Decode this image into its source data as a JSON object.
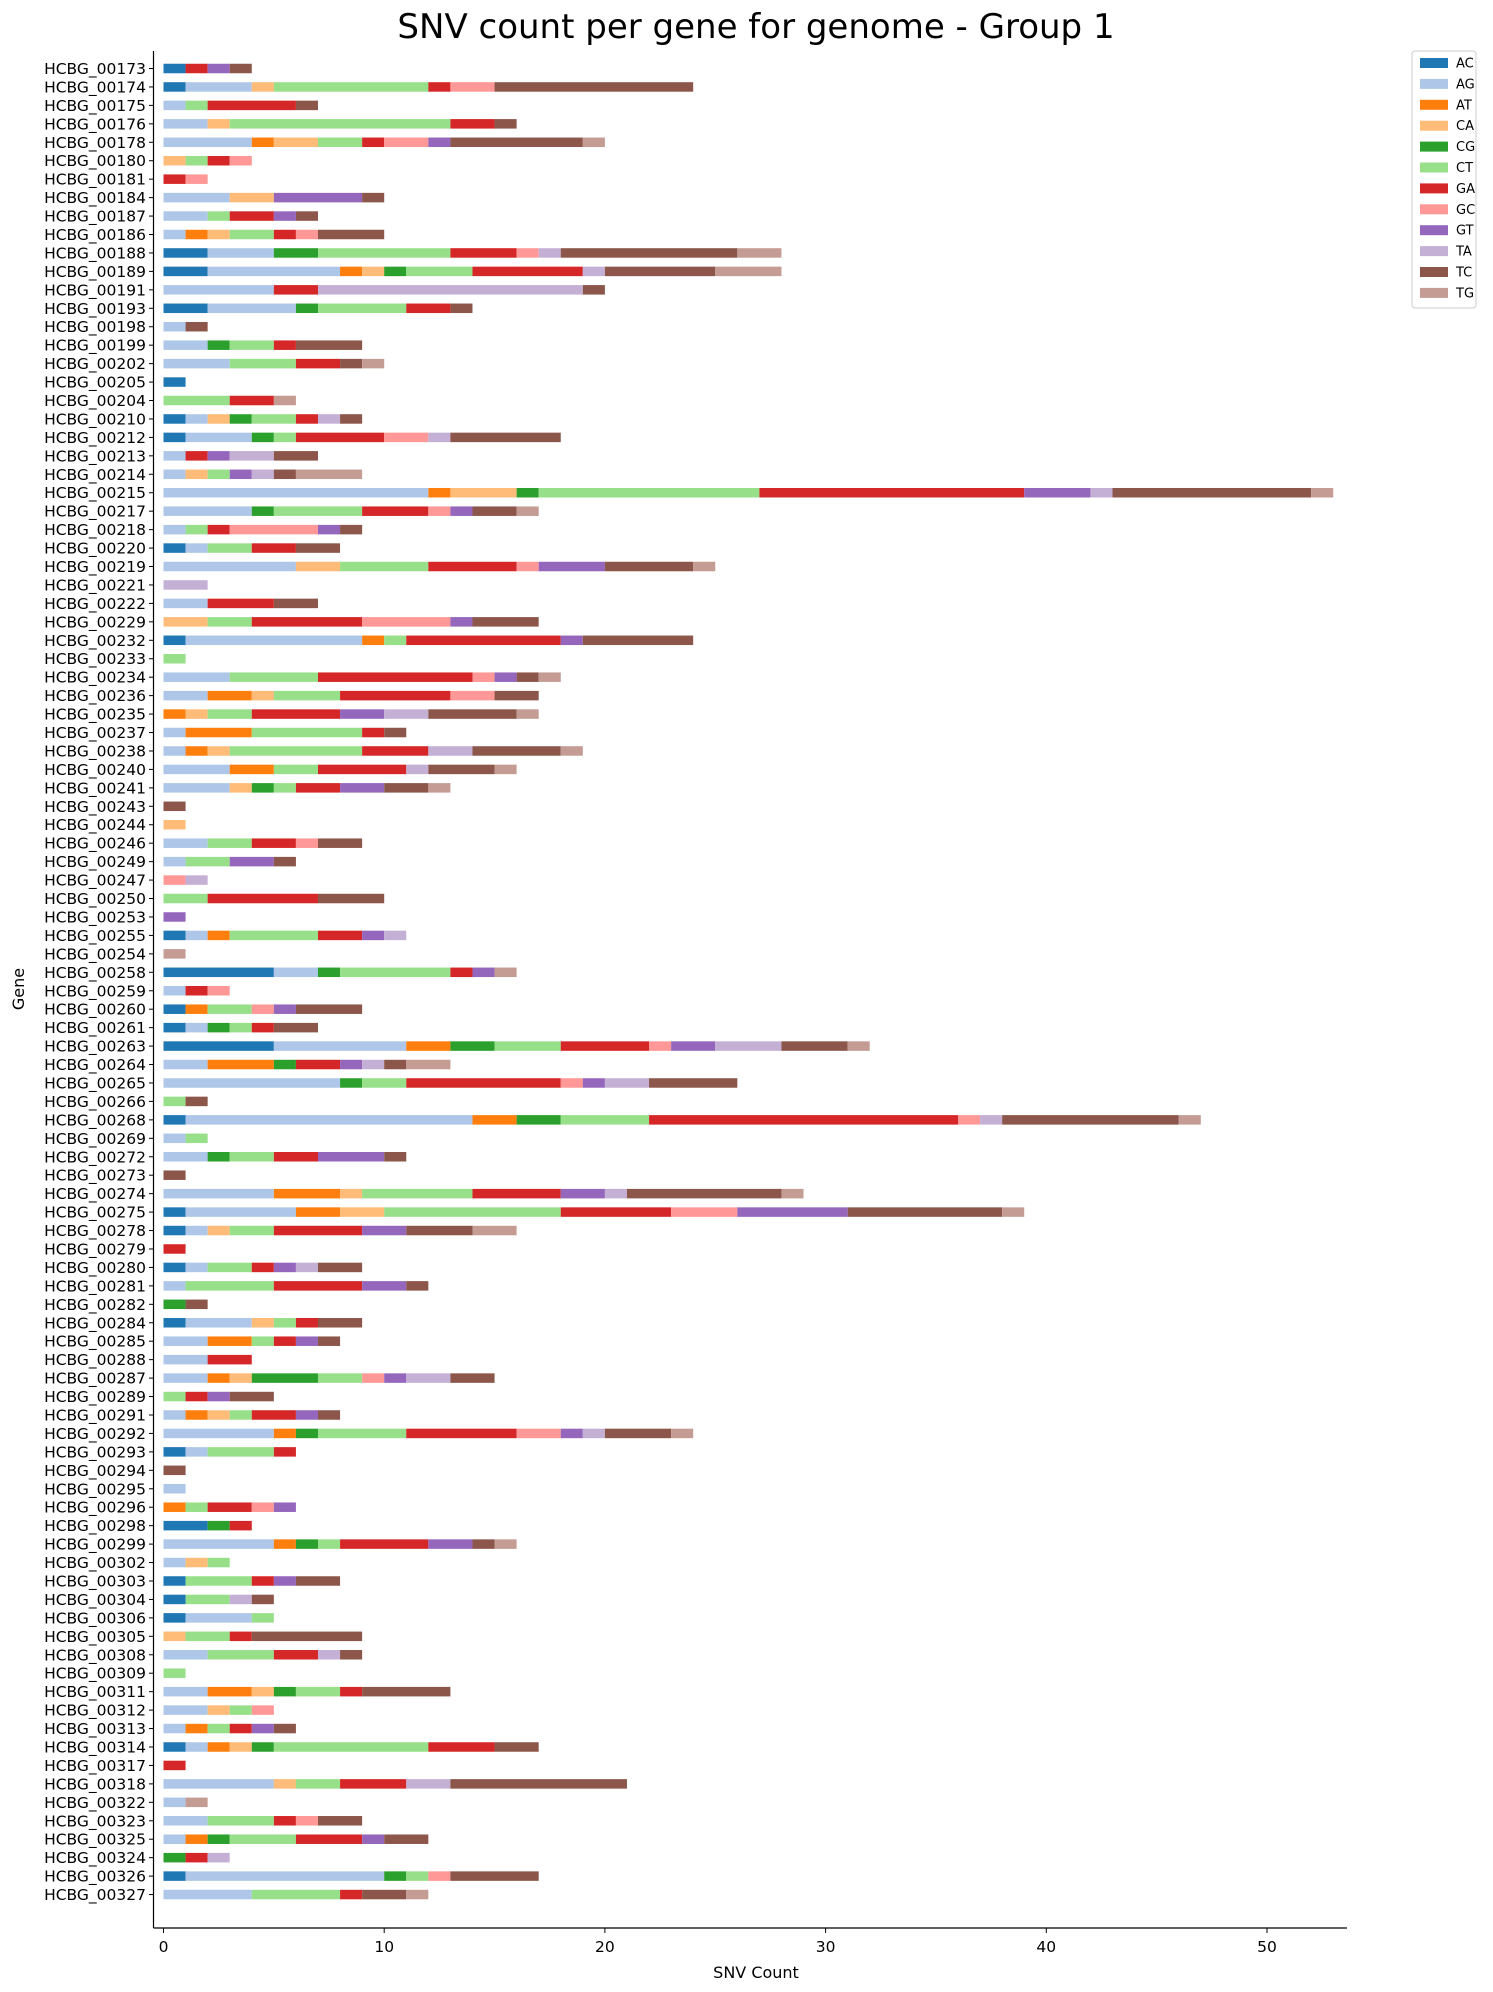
{
  "chart_data": {
    "type": "bar",
    "orientation": "horizontal",
    "stacked": true,
    "title": "SNV count per gene for genome - Group 1",
    "xlabel": "SNV Count",
    "ylabel": "Gene",
    "xlim": [
      0,
      53.5
    ],
    "xticks": [
      0,
      10,
      20,
      30,
      40,
      50
    ],
    "grid": false,
    "legend_position": "top-right",
    "series_names": [
      "AC",
      "AG",
      "AT",
      "CA",
      "CG",
      "CT",
      "GA",
      "GC",
      "GT",
      "TA",
      "TC",
      "TG"
    ],
    "series_colors": [
      "#1f77b4",
      "#aec7e8",
      "#ff7f0e",
      "#ffbb78",
      "#2ca02c",
      "#98df8a",
      "#d62728",
      "#ff9896",
      "#9467bd",
      "#c5b0d5",
      "#8c564b",
      "#c49c94"
    ],
    "categories": [
      "HCBG_00173",
      "HCBG_00174",
      "HCBG_00175",
      "HCBG_00176",
      "HCBG_00178",
      "HCBG_00180",
      "HCBG_00181",
      "HCBG_00184",
      "HCBG_00187",
      "HCBG_00186",
      "HCBG_00188",
      "HCBG_00189",
      "HCBG_00191",
      "HCBG_00193",
      "HCBG_00198",
      "HCBG_00199",
      "HCBG_00202",
      "HCBG_00205",
      "HCBG_00204",
      "HCBG_00210",
      "HCBG_00212",
      "HCBG_00213",
      "HCBG_00214",
      "HCBG_00215",
      "HCBG_00217",
      "HCBG_00218",
      "HCBG_00220",
      "HCBG_00219",
      "HCBG_00221",
      "HCBG_00222",
      "HCBG_00229",
      "HCBG_00232",
      "HCBG_00233",
      "HCBG_00234",
      "HCBG_00236",
      "HCBG_00235",
      "HCBG_00237",
      "HCBG_00238",
      "HCBG_00240",
      "HCBG_00241",
      "HCBG_00243",
      "HCBG_00244",
      "HCBG_00246",
      "HCBG_00249",
      "HCBG_00247",
      "HCBG_00250",
      "HCBG_00253",
      "HCBG_00255",
      "HCBG_00254",
      "HCBG_00258",
      "HCBG_00259",
      "HCBG_00260",
      "HCBG_00261",
      "HCBG_00263",
      "HCBG_00264",
      "HCBG_00265",
      "HCBG_00266",
      "HCBG_00268",
      "HCBG_00269",
      "HCBG_00272",
      "HCBG_00273",
      "HCBG_00274",
      "HCBG_00275",
      "HCBG_00278",
      "HCBG_00279",
      "HCBG_00280",
      "HCBG_00281",
      "HCBG_00282",
      "HCBG_00284",
      "HCBG_00285",
      "HCBG_00288",
      "HCBG_00287",
      "HCBG_00289",
      "HCBG_00291",
      "HCBG_00292",
      "HCBG_00293",
      "HCBG_00294",
      "HCBG_00295",
      "HCBG_00296",
      "HCBG_00298",
      "HCBG_00299",
      "HCBG_00302",
      "HCBG_00303",
      "HCBG_00304",
      "HCBG_00306",
      "HCBG_00305",
      "HCBG_00308",
      "HCBG_00309",
      "HCBG_00311",
      "HCBG_00312",
      "HCBG_00313",
      "HCBG_00314",
      "HCBG_00317",
      "HCBG_00318",
      "HCBG_00322",
      "HCBG_00323",
      "HCBG_00325",
      "HCBG_00324",
      "HCBG_00326",
      "HCBG_00327"
    ],
    "rows": [
      [
        1,
        0,
        0,
        0,
        0,
        0,
        1,
        0,
        1,
        0,
        1,
        0
      ],
      [
        1,
        3,
        0,
        1,
        0,
        7,
        1,
        2,
        0,
        0,
        9,
        0
      ],
      [
        0,
        1,
        0,
        0,
        0,
        1,
        4,
        0,
        0,
        0,
        1,
        0
      ],
      [
        0,
        2,
        0,
        1,
        0,
        10,
        2,
        0,
        0,
        0,
        1,
        0
      ],
      [
        0,
        4,
        1,
        2,
        0,
        2,
        1,
        2,
        1,
        0,
        6,
        1
      ],
      [
        0,
        0,
        0,
        1,
        0,
        1,
        1,
        1,
        0,
        0,
        0,
        0
      ],
      [
        0,
        0,
        0,
        0,
        0,
        0,
        1,
        1,
        0,
        0,
        0,
        0
      ],
      [
        0,
        3,
        0,
        2,
        0,
        0,
        0,
        0,
        4,
        0,
        1,
        0
      ],
      [
        0,
        2,
        0,
        0,
        0,
        1,
        2,
        0,
        1,
        0,
        1,
        0
      ],
      [
        0,
        1,
        1,
        1,
        0,
        2,
        1,
        1,
        0,
        0,
        3,
        0
      ],
      [
        2,
        3,
        0,
        0,
        2,
        6,
        3,
        1,
        0,
        1,
        8,
        2
      ],
      [
        2,
        6,
        1,
        1,
        1,
        3,
        5,
        0,
        0,
        1,
        5,
        3
      ],
      [
        0,
        5,
        0,
        0,
        0,
        0,
        2,
        0,
        0,
        12,
        1,
        0
      ],
      [
        2,
        4,
        0,
        0,
        1,
        4,
        2,
        0,
        0,
        0,
        1,
        0
      ],
      [
        0,
        1,
        0,
        0,
        0,
        0,
        0,
        0,
        0,
        0,
        1,
        0
      ],
      [
        0,
        2,
        0,
        0,
        1,
        2,
        1,
        0,
        0,
        0,
        3,
        0
      ],
      [
        0,
        3,
        0,
        0,
        0,
        3,
        2,
        0,
        0,
        0,
        1,
        1
      ],
      [
        1,
        0,
        0,
        0,
        0,
        0,
        0,
        0,
        0,
        0,
        0,
        0
      ],
      [
        0,
        0,
        0,
        0,
        0,
        3,
        2,
        0,
        0,
        0,
        0,
        1
      ],
      [
        1,
        1,
        0,
        1,
        1,
        2,
        1,
        0,
        0,
        1,
        1,
        0
      ],
      [
        1,
        3,
        0,
        0,
        1,
        1,
        4,
        2,
        0,
        1,
        5,
        0
      ],
      [
        0,
        1,
        0,
        0,
        0,
        0,
        1,
        0,
        1,
        2,
        2,
        0
      ],
      [
        0,
        1,
        0,
        1,
        0,
        1,
        0,
        0,
        1,
        1,
        1,
        3
      ],
      [
        0,
        12,
        1,
        3,
        1,
        10,
        12,
        0,
        3,
        1,
        9,
        1
      ],
      [
        0,
        4,
        0,
        0,
        1,
        4,
        3,
        1,
        1,
        0,
        2,
        1
      ],
      [
        0,
        1,
        0,
        0,
        0,
        1,
        1,
        4,
        1,
        0,
        1,
        0
      ],
      [
        1,
        1,
        0,
        0,
        0,
        2,
        2,
        0,
        0,
        0,
        2,
        0
      ],
      [
        0,
        6,
        0,
        2,
        0,
        4,
        4,
        1,
        3,
        0,
        4,
        1
      ],
      [
        0,
        0,
        0,
        0,
        0,
        0,
        0,
        0,
        0,
        2,
        0,
        0
      ],
      [
        0,
        2,
        0,
        0,
        0,
        0,
        3,
        0,
        0,
        0,
        2,
        0
      ],
      [
        0,
        0,
        0,
        2,
        0,
        2,
        5,
        4,
        1,
        0,
        3,
        0
      ],
      [
        1,
        8,
        1,
        0,
        0,
        1,
        7,
        0,
        1,
        0,
        5,
        0
      ],
      [
        0,
        0,
        0,
        0,
        0,
        1,
        0,
        0,
        0,
        0,
        0,
        0
      ],
      [
        0,
        3,
        0,
        0,
        0,
        4,
        7,
        1,
        1,
        0,
        1,
        1
      ],
      [
        0,
        2,
        2,
        1,
        0,
        3,
        5,
        2,
        0,
        0,
        2,
        0
      ],
      [
        0,
        0,
        1,
        1,
        0,
        2,
        4,
        0,
        2,
        2,
        4,
        1
      ],
      [
        0,
        1,
        3,
        0,
        0,
        5,
        1,
        0,
        0,
        0,
        1,
        0
      ],
      [
        0,
        1,
        1,
        1,
        0,
        6,
        3,
        0,
        0,
        2,
        4,
        1
      ],
      [
        0,
        3,
        2,
        0,
        0,
        2,
        4,
        0,
        0,
        1,
        3,
        1
      ],
      [
        0,
        3,
        0,
        1,
        1,
        1,
        2,
        0,
        2,
        0,
        2,
        1
      ],
      [
        0,
        0,
        0,
        0,
        0,
        0,
        0,
        0,
        0,
        0,
        1,
        0
      ],
      [
        0,
        0,
        0,
        1,
        0,
        0,
        0,
        0,
        0,
        0,
        0,
        0
      ],
      [
        0,
        2,
        0,
        0,
        0,
        2,
        2,
        1,
        0,
        0,
        2,
        0
      ],
      [
        0,
        1,
        0,
        0,
        0,
        2,
        0,
        0,
        2,
        0,
        1,
        0
      ],
      [
        0,
        0,
        0,
        0,
        0,
        0,
        0,
        1,
        0,
        1,
        0,
        0
      ],
      [
        0,
        0,
        0,
        0,
        0,
        2,
        5,
        0,
        0,
        0,
        3,
        0
      ],
      [
        0,
        0,
        0,
        0,
        0,
        0,
        0,
        0,
        1,
        0,
        0,
        0
      ],
      [
        1,
        1,
        1,
        0,
        0,
        4,
        2,
        0,
        1,
        1,
        0,
        0
      ],
      [
        0,
        0,
        0,
        0,
        0,
        0,
        0,
        0,
        0,
        0,
        0,
        1
      ],
      [
        5,
        2,
        0,
        0,
        1,
        5,
        1,
        0,
        1,
        0,
        0,
        1
      ],
      [
        0,
        1,
        0,
        0,
        0,
        0,
        1,
        1,
        0,
        0,
        0,
        0
      ],
      [
        1,
        0,
        1,
        0,
        0,
        2,
        0,
        1,
        1,
        0,
        3,
        0
      ],
      [
        1,
        1,
        0,
        0,
        1,
        1,
        1,
        0,
        0,
        0,
        2,
        0
      ],
      [
        5,
        6,
        2,
        0,
        2,
        3,
        4,
        1,
        2,
        3,
        3,
        1
      ],
      [
        0,
        2,
        3,
        0,
        1,
        0,
        2,
        0,
        1,
        1,
        1,
        2
      ],
      [
        0,
        8,
        0,
        0,
        1,
        2,
        7,
        1,
        1,
        2,
        4,
        0
      ],
      [
        0,
        0,
        0,
        0,
        0,
        1,
        0,
        0,
        0,
        0,
        1,
        0
      ],
      [
        1,
        13,
        2,
        0,
        2,
        4,
        14,
        1,
        0,
        1,
        8,
        1
      ],
      [
        0,
        1,
        0,
        0,
        0,
        1,
        0,
        0,
        0,
        0,
        0,
        0
      ],
      [
        0,
        2,
        0,
        0,
        1,
        2,
        2,
        0,
        3,
        0,
        1,
        0
      ],
      [
        0,
        0,
        0,
        0,
        0,
        0,
        0,
        0,
        0,
        0,
        1,
        0
      ],
      [
        0,
        5,
        3,
        1,
        0,
        5,
        4,
        0,
        2,
        1,
        7,
        1
      ],
      [
        1,
        5,
        2,
        2,
        0,
        8,
        5,
        3,
        5,
        0,
        7,
        1
      ],
      [
        1,
        1,
        0,
        1,
        0,
        2,
        4,
        0,
        2,
        0,
        3,
        2
      ],
      [
        0,
        0,
        0,
        0,
        0,
        0,
        1,
        0,
        0,
        0,
        0,
        0
      ],
      [
        1,
        1,
        0,
        0,
        0,
        2,
        1,
        0,
        1,
        1,
        2,
        0
      ],
      [
        0,
        1,
        0,
        0,
        0,
        4,
        4,
        0,
        2,
        0,
        1,
        0
      ],
      [
        0,
        0,
        0,
        0,
        1,
        0,
        0,
        0,
        0,
        0,
        1,
        0
      ],
      [
        1,
        3,
        0,
        1,
        0,
        1,
        1,
        0,
        0,
        0,
        2,
        0
      ],
      [
        0,
        2,
        2,
        0,
        0,
        1,
        1,
        0,
        1,
        0,
        1,
        0
      ],
      [
        0,
        2,
        0,
        0,
        0,
        0,
        2,
        0,
        0,
        0,
        0,
        0
      ],
      [
        0,
        2,
        1,
        1,
        3,
        2,
        0,
        1,
        1,
        2,
        2,
        0
      ],
      [
        0,
        0,
        0,
        0,
        0,
        1,
        1,
        0,
        1,
        0,
        2,
        0
      ],
      [
        0,
        1,
        1,
        1,
        0,
        1,
        2,
        0,
        1,
        0,
        1,
        0
      ],
      [
        0,
        5,
        1,
        0,
        1,
        4,
        5,
        2,
        1,
        1,
        3,
        1
      ],
      [
        1,
        1,
        0,
        0,
        0,
        3,
        1,
        0,
        0,
        0,
        0,
        0
      ],
      [
        0,
        0,
        0,
        0,
        0,
        0,
        0,
        0,
        0,
        0,
        1,
        0
      ],
      [
        0,
        1,
        0,
        0,
        0,
        0,
        0,
        0,
        0,
        0,
        0,
        0
      ],
      [
        0,
        0,
        1,
        0,
        0,
        1,
        2,
        1,
        1,
        0,
        0,
        0
      ],
      [
        2,
        0,
        0,
        0,
        1,
        0,
        1,
        0,
        0,
        0,
        0,
        0
      ],
      [
        0,
        5,
        1,
        0,
        1,
        1,
        4,
        0,
        2,
        0,
        1,
        1
      ],
      [
        0,
        1,
        0,
        1,
        0,
        1,
        0,
        0,
        0,
        0,
        0,
        0
      ],
      [
        1,
        0,
        0,
        0,
        0,
        3,
        1,
        0,
        1,
        0,
        2,
        0
      ],
      [
        1,
        0,
        0,
        0,
        0,
        2,
        0,
        0,
        0,
        1,
        1,
        0
      ],
      [
        1,
        3,
        0,
        0,
        0,
        1,
        0,
        0,
        0,
        0,
        0,
        0
      ],
      [
        0,
        0,
        0,
        1,
        0,
        2,
        1,
        0,
        0,
        0,
        5,
        0
      ],
      [
        0,
        2,
        0,
        0,
        0,
        3,
        2,
        0,
        0,
        1,
        1,
        0
      ],
      [
        0,
        0,
        0,
        0,
        0,
        1,
        0,
        0,
        0,
        0,
        0,
        0
      ],
      [
        0,
        2,
        2,
        1,
        1,
        2,
        1,
        0,
        0,
        0,
        4,
        0
      ],
      [
        0,
        2,
        0,
        1,
        0,
        1,
        0,
        1,
        0,
        0,
        0,
        0
      ],
      [
        0,
        1,
        1,
        0,
        0,
        1,
        1,
        0,
        1,
        0,
        1,
        0
      ],
      [
        1,
        1,
        1,
        1,
        1,
        7,
        3,
        0,
        0,
        0,
        2,
        0
      ],
      [
        0,
        0,
        0,
        0,
        0,
        0,
        1,
        0,
        0,
        0,
        0,
        0
      ],
      [
        0,
        5,
        0,
        1,
        0,
        2,
        3,
        0,
        0,
        2,
        8,
        0
      ],
      [
        0,
        1,
        0,
        0,
        0,
        0,
        0,
        0,
        0,
        0,
        0,
        1
      ],
      [
        0,
        2,
        0,
        0,
        0,
        3,
        1,
        1,
        0,
        0,
        2,
        0
      ],
      [
        0,
        1,
        1,
        0,
        1,
        3,
        3,
        0,
        1,
        0,
        2,
        0
      ],
      [
        0,
        0,
        0,
        0,
        1,
        0,
        1,
        0,
        0,
        1,
        0,
        0
      ],
      [
        1,
        9,
        0,
        0,
        1,
        1,
        0,
        1,
        0,
        0,
        4,
        0
      ],
      [
        0,
        4,
        0,
        0,
        0,
        4,
        1,
        0,
        0,
        0,
        2,
        1
      ]
    ]
  }
}
